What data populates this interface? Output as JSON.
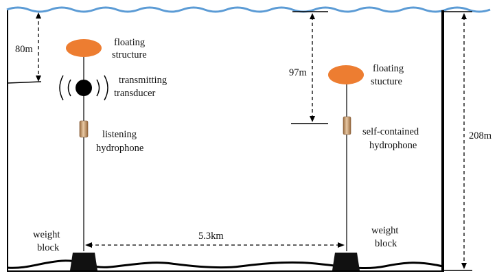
{
  "diagram": {
    "depth_top_left": "80m",
    "depth_top_right": "97m",
    "depth_total": "208m",
    "distance": "5.3km",
    "left_mooring": {
      "float_label": [
        "floating",
        "structure"
      ],
      "transducer_label": [
        "transmitting",
        "transducer"
      ],
      "hydrophone_label": [
        "listening",
        "hydrophone"
      ],
      "weight_label": [
        "weight",
        "block"
      ]
    },
    "right_mooring": {
      "float_label": [
        "floating",
        "stucture"
      ],
      "hydrophone_label": [
        "self-contained",
        "hydrophone"
      ],
      "weight_label": [
        "weight",
        "block"
      ]
    },
    "colors": {
      "water_surface": "#5b9bd5",
      "float": "#ed7d31",
      "hydrophone": "#c89a6a",
      "weight": "#111111",
      "lines": "#000000"
    }
  }
}
